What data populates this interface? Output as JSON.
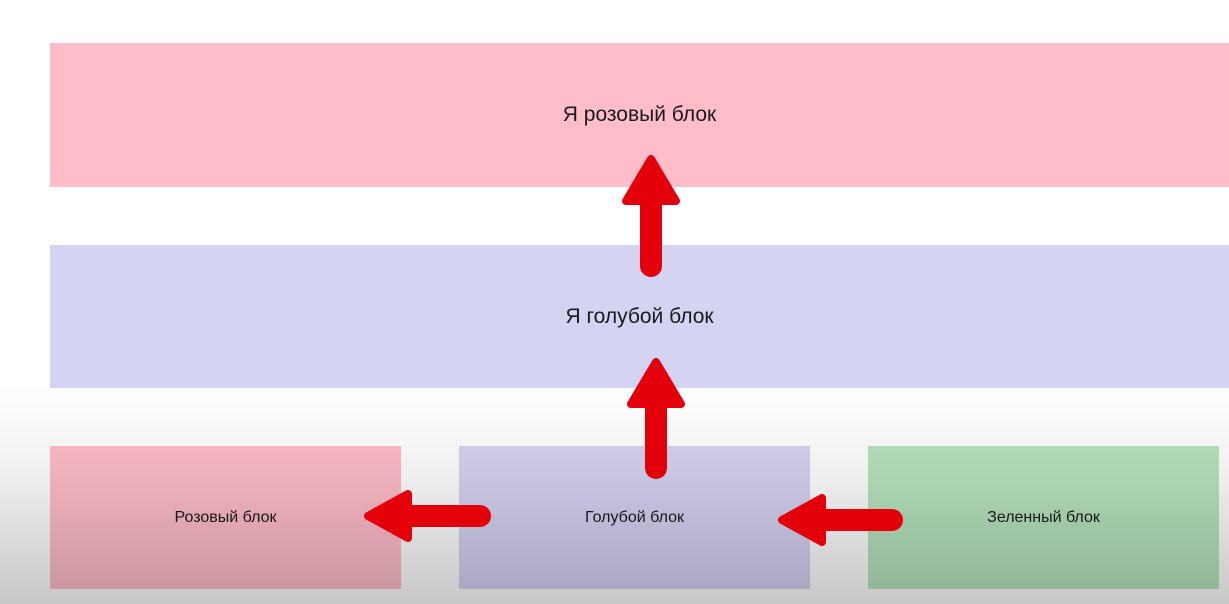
{
  "blocks": {
    "big_pink": "Я розовый блок",
    "big_blue": "Я голубой блок",
    "small_pink": "Розовый блок",
    "small_blue": "Голубой блок",
    "small_green": "Зеленный блок"
  },
  "colors": {
    "pink": "#ffbdc9",
    "blue": "#d5d3f2",
    "green": "#b7e4bd",
    "arrow": "#e3000b"
  }
}
